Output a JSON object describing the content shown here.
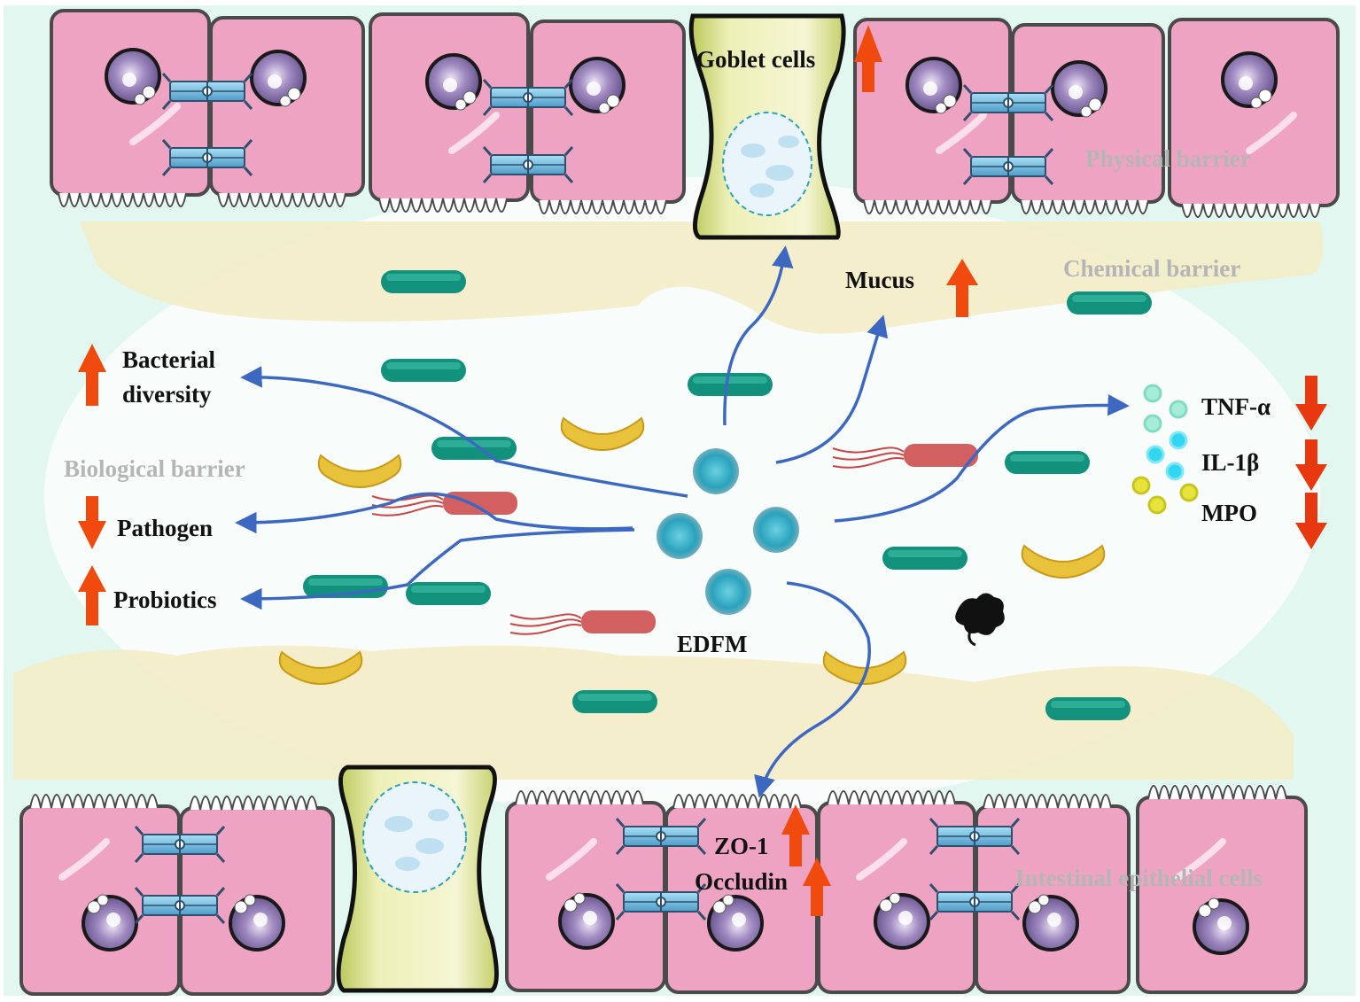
{
  "labels": {
    "goblet_cells": "Goblet cells",
    "physical_barrier": "Physical barrier",
    "chemical_barrier": "Chemical barrier",
    "mucus": "Mucus",
    "bacterial_diversity_line1": "Bacterial",
    "bacterial_diversity_line2": "diversity",
    "biological_barrier": "Biological barrier",
    "pathogen": "Pathogen",
    "probiotics": "Probiotics",
    "tnf": "TNF-α",
    "il1b": "IL-1β",
    "mpo": "MPO",
    "edfm": "EDFM",
    "zo1": "ZO-1",
    "occludin": "Occludin",
    "intestinal_epithelial_cells": "Intestinal epithelial cells"
  },
  "trends": {
    "goblet_cells": "up",
    "mucus": "up",
    "bacterial_diversity": "up",
    "pathogen": "down",
    "probiotics": "up",
    "tnf": "down",
    "il1b": "down",
    "mpo": "down",
    "zo1": "up",
    "occludin": "up"
  },
  "colors": {
    "cell_fill": "#efa3c3",
    "cell_outline": "#4a4a4a",
    "lumen_background": "#e2f7ef",
    "mucus_layer": "#f3ecc6",
    "arrow_blue": "#3d68c2",
    "arrow_up_red": "#f04a0f",
    "arrow_down_red": "#e8380f",
    "edfm_particle": "#2aa3be",
    "probiotic_green": "#12917d",
    "yeast_yellow": "#e8c23a",
    "pathogen_red": "#d36060"
  },
  "icons": [
    "epithelial-cell",
    "nucleus",
    "tight-junction",
    "goblet-cell",
    "edfm-particle",
    "green-rod-bacterium",
    "yellow-crescent-bacterium",
    "flagellated-pathogen",
    "black-spore",
    "cytokine-dot"
  ]
}
